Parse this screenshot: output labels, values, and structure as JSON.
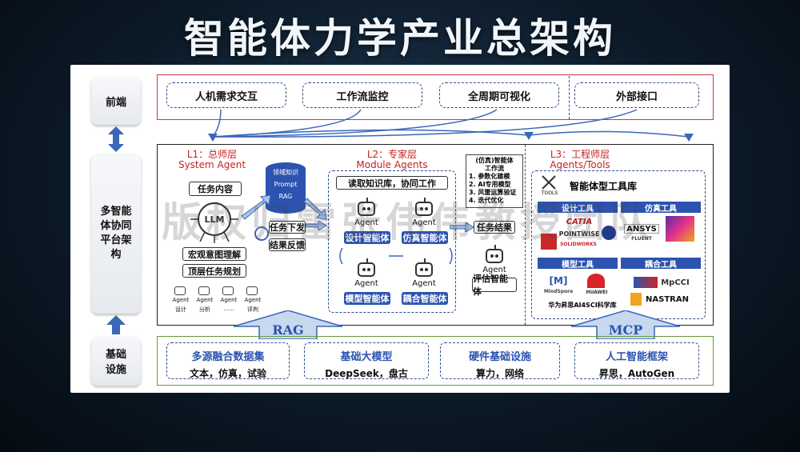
{
  "title": "智能体力学产业总架构",
  "rows": {
    "front": "前端",
    "platform": "多智能体协同平台架构",
    "base": "基础设施"
  },
  "frontend": [
    "人机需求交互",
    "工作流监控",
    "全周期可视化",
    "外部接口"
  ],
  "l1": {
    "title": "L1：总师层",
    "subtitle": "System Agent",
    "task_content": "任务内容",
    "llm": "LLM",
    "macro": "宏观意图理解",
    "top": "顶层任务规划",
    "agents": [
      "Agent",
      "Agent",
      "Agent",
      "Agent"
    ],
    "roles": [
      "设计",
      "分析",
      "......",
      "评判"
    ]
  },
  "knowledge": [
    "领域知识",
    "Prompt",
    "RAG"
  ],
  "dispatch": "任务下发",
  "feedback": "结果反馈",
  "l2": {
    "title": "L2：专家层",
    "subtitle": "Module Agents",
    "read": "读取知识库，协同工作",
    "agent_word": "Agent",
    "agents": [
      "设计智能体",
      "仿真智能体",
      "模型智能体",
      "耦合智能体"
    ]
  },
  "sim_note": [
    "(仿真)智能体",
    "工作流",
    "1. 参数化建模",
    "2. AI专用模型",
    "3. 风雷运算验证",
    "4. 迭代优化"
  ],
  "task_result": "任务结果",
  "eval_agent": "Agent",
  "eval": "评估智能体",
  "l3": {
    "title": "L3：工程师层",
    "subtitle": "Agents/Tools",
    "tools_icon_label": "TOOLS",
    "lib": "智能体型工具库",
    "design_tools": "设计工具",
    "sim_tools": "仿真工具",
    "model_tools": "模型工具",
    "coupling_tools": "耦合工具",
    "logos": [
      "CATIA",
      "POINTWISE",
      "SOLIDWORKS",
      "ANSYS",
      "FLUENT",
      "MindSpore",
      "HUAWEI",
      "MpCCI",
      "NASTRAN"
    ],
    "huawei_lab": "华为昇思AI4SCI科学库"
  },
  "rag": "RAG",
  "mcp": "MCP",
  "infra": [
    {
      "title": "多源融合数据集",
      "sub": "文本，仿真，试验"
    },
    {
      "title": "基础大模型",
      "sub": "DeepSeek，盘古"
    },
    {
      "title": "硬件基础设施",
      "sub": "算力，网络"
    },
    {
      "title": "人工智能框架",
      "sub": "昇思，AutoGen"
    }
  ],
  "watermark": "版权归雷张伟伟教授团队",
  "colors": {
    "accent_blue": "#2c53b0",
    "red": "#c83a3a",
    "dash_blue": "#2f4c8c"
  }
}
